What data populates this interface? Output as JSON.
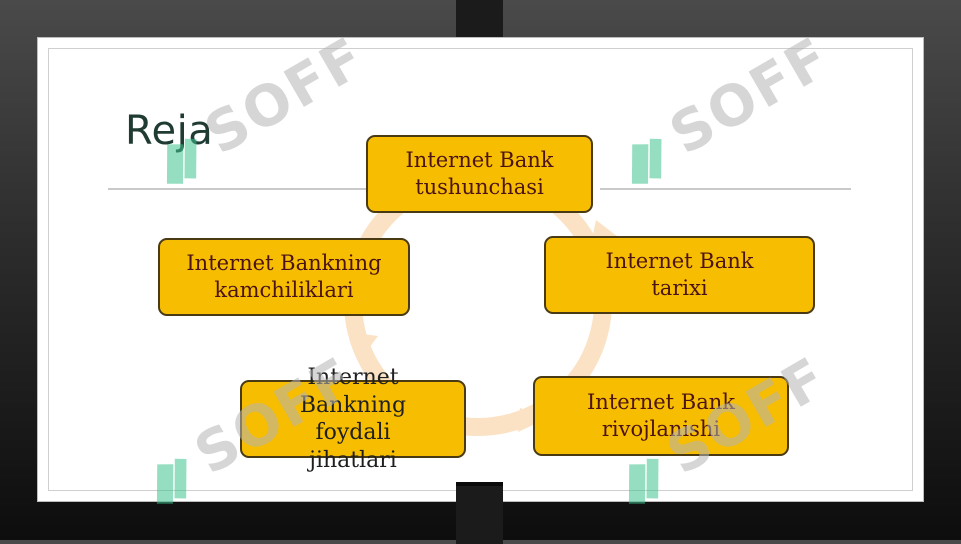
{
  "slide": {
    "title": "Reja"
  },
  "diagram": {
    "nodes": [
      {
        "id": "n1",
        "label": "Internet Bank\ntushunchasi"
      },
      {
        "id": "n2",
        "label": "Internet Bank\ntarixi"
      },
      {
        "id": "n3",
        "label": "Internet\nBankning\nfoydali\njihatlari"
      },
      {
        "id": "n4",
        "label": "Internet Bank\nrivojlanishi"
      },
      {
        "id": "n5",
        "label": "Internet Bankning\nkamchiliklari"
      }
    ]
  },
  "watermark": {
    "text": "SOFF"
  },
  "colors": {
    "node_fill": "#f7bd00",
    "node_border": "#4a3a14",
    "node_text": "#4b1313",
    "title": "#1f3b33",
    "cycle_arrow": "#fbe2c4",
    "watermark_logo": "#3fc48f",
    "watermark_text": "#b5b5b5"
  },
  "icons": {
    "watermark_logo": "soff-logo-icon"
  }
}
